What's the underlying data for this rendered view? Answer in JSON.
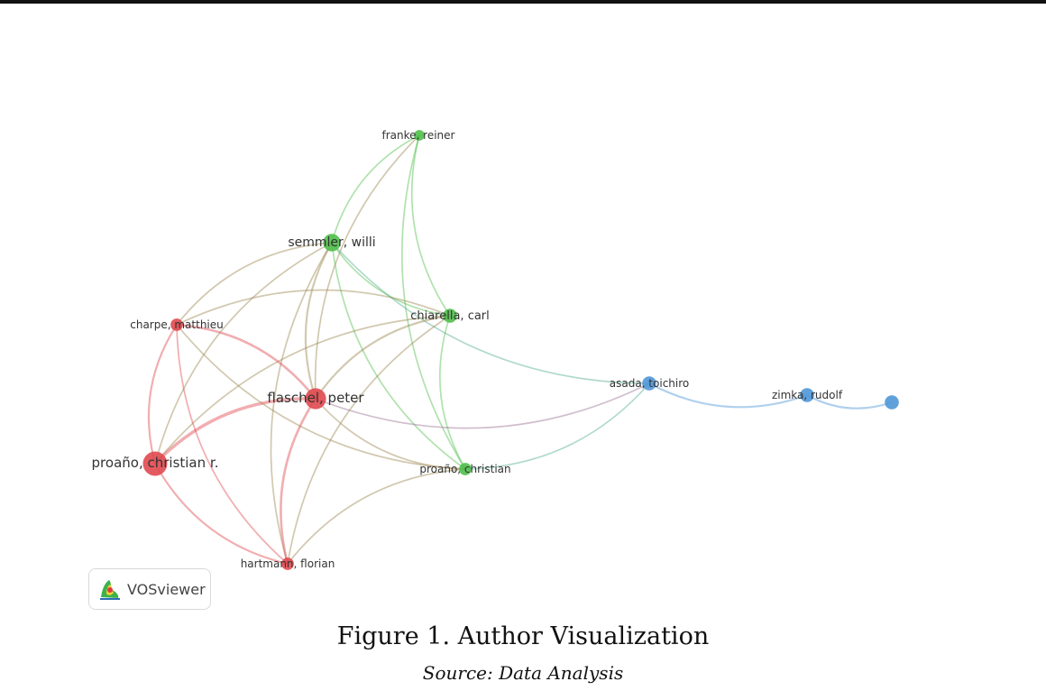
{
  "diagram": {
    "colors": {
      "red": "#e0494f",
      "green": "#4fbf4a",
      "blue": "#4f97d8"
    },
    "nodes": [
      {
        "id": "franke",
        "label": "franke, reiner",
        "cluster": "green",
        "value": 1
      },
      {
        "id": "semmler",
        "label": "semmler, willi",
        "cluster": "green",
        "value": 3
      },
      {
        "id": "chiarella",
        "label": "chiarella, carl",
        "cluster": "green",
        "value": 2
      },
      {
        "id": "proano_c",
        "label": "proaño, christian",
        "cluster": "green",
        "value": 1.5
      },
      {
        "id": "charpe",
        "label": "charpe, matthieu",
        "cluster": "red",
        "value": 1.5
      },
      {
        "id": "flaschel",
        "label": "flaschel, peter",
        "cluster": "red",
        "value": 4
      },
      {
        "id": "proano_cr",
        "label": "proaño, christian r.",
        "cluster": "red",
        "value": 5
      },
      {
        "id": "hartmann",
        "label": "hartmann, florian",
        "cluster": "red",
        "value": 1.5
      },
      {
        "id": "asada",
        "label": "asada, toichiro",
        "cluster": "blue",
        "value": 2
      },
      {
        "id": "zimka",
        "label": "zimka, rudolf",
        "cluster": "blue",
        "value": 2
      },
      {
        "id": "blue_unlabeled",
        "label": "",
        "cluster": "blue",
        "value": 2
      }
    ],
    "edges": [
      {
        "source": "franke",
        "target": "semmler",
        "weight": 1
      },
      {
        "source": "franke",
        "target": "chiarella",
        "weight": 1
      },
      {
        "source": "franke",
        "target": "flaschel",
        "weight": 1
      },
      {
        "source": "franke",
        "target": "proano_c",
        "weight": 1
      },
      {
        "source": "semmler",
        "target": "chiarella",
        "weight": 1
      },
      {
        "source": "semmler",
        "target": "flaschel",
        "weight": 1.5
      },
      {
        "source": "semmler",
        "target": "proano_c",
        "weight": 1
      },
      {
        "source": "semmler",
        "target": "charpe",
        "weight": 1
      },
      {
        "source": "semmler",
        "target": "proano_cr",
        "weight": 1
      },
      {
        "source": "semmler",
        "target": "asada",
        "weight": 1
      },
      {
        "source": "semmler",
        "target": "hartmann",
        "weight": 1
      },
      {
        "source": "chiarella",
        "target": "flaschel",
        "weight": 1.5
      },
      {
        "source": "chiarella",
        "target": "proano_c",
        "weight": 1
      },
      {
        "source": "chiarella",
        "target": "proano_cr",
        "weight": 1
      },
      {
        "source": "chiarella",
        "target": "charpe",
        "weight": 1
      },
      {
        "source": "chiarella",
        "target": "hartmann",
        "weight": 1
      },
      {
        "source": "flaschel",
        "target": "charpe",
        "weight": 2
      },
      {
        "source": "flaschel",
        "target": "proano_cr",
        "weight": 3
      },
      {
        "source": "flaschel",
        "target": "hartmann",
        "weight": 2
      },
      {
        "source": "flaschel",
        "target": "proano_c",
        "weight": 1
      },
      {
        "source": "flaschel",
        "target": "asada",
        "weight": 1
      },
      {
        "source": "charpe",
        "target": "proano_cr",
        "weight": 1.5
      },
      {
        "source": "charpe",
        "target": "hartmann",
        "weight": 1
      },
      {
        "source": "charpe",
        "target": "proano_c",
        "weight": 1
      },
      {
        "source": "proano_cr",
        "target": "hartmann",
        "weight": 1.5
      },
      {
        "source": "proano_c",
        "target": "hartmann",
        "weight": 1
      },
      {
        "source": "proano_c",
        "target": "asada",
        "weight": 1
      },
      {
        "source": "asada",
        "target": "zimka",
        "weight": 1.5
      },
      {
        "source": "zimka",
        "target": "blue_unlabeled",
        "weight": 1.5
      }
    ]
  },
  "logo": {
    "text": "VOSviewer"
  },
  "caption": {
    "title": "Figure 1. Author Visualization",
    "source": "Source: Data Analysis"
  }
}
